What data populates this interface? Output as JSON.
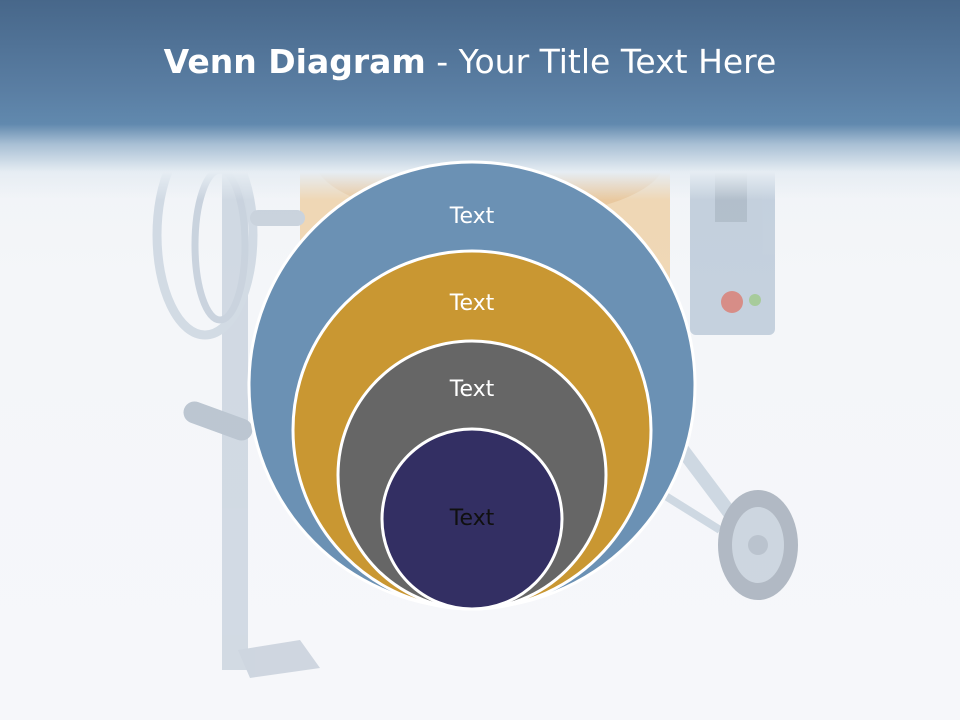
{
  "slide": {
    "title_bold": "Venn Diagram",
    "title_rest": " - Your Title Text Here"
  },
  "venn": {
    "rings": [
      {
        "label": "Text",
        "color": "#6b91b4"
      },
      {
        "label": "Text",
        "color": "#c99732"
      },
      {
        "label": "Text",
        "color": "#666666"
      },
      {
        "label": "Text",
        "color": "#332f63"
      }
    ],
    "label_color_light": "#ffffff",
    "label_color_dark": "#101010"
  },
  "background": {
    "description_icon": "cement-mixer-illustration"
  }
}
